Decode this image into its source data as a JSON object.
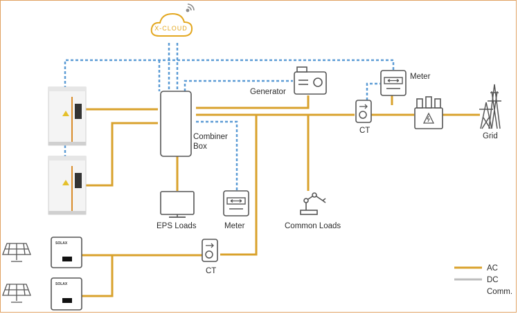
{
  "cloud": {
    "label": "X-CLOUD"
  },
  "labels": {
    "generator": "Generator",
    "meter_top": "Meter",
    "ct_top": "CT",
    "grid": "Grid",
    "combiner_box_line1": "Combiner",
    "combiner_box_line2": "Box",
    "eps_loads": "EPS Loads",
    "meter_bottom": "Meter",
    "common_loads": "Common Loads",
    "ct_bottom": "CT"
  },
  "inverter_brand": "SOLAX",
  "legend": {
    "ac": "AC",
    "dc": "DC",
    "comm": "Comm."
  },
  "colors": {
    "ac": "#d9a22c",
    "dc": "#bdbdbd",
    "comm": "#5b9bd5",
    "cloud": "#e3a71f"
  }
}
